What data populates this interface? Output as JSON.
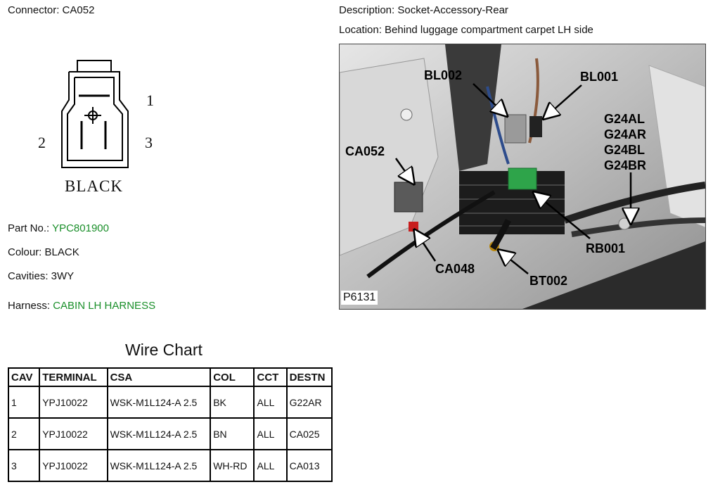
{
  "header": {
    "connector_label": "Connector: CA052",
    "description_label": "Description: Socket-Accessory-Rear",
    "location_label": "Location: Behind luggage compartment carpet LH side"
  },
  "connector_diagram": {
    "pin_1": "1",
    "pin_2": "2",
    "pin_3": "3",
    "colour_text": "BLACK"
  },
  "details": {
    "part_no_label": "Part No.:",
    "part_no_value": "YPC801900",
    "colour_label": "Colour: BLACK",
    "cavities_label": "Cavities: 3WY",
    "harness_label": "Harness:",
    "harness_value": "CABIN LH HARNESS"
  },
  "wire_chart": {
    "title": "Wire Chart",
    "columns": [
      "CAV",
      "TERMINAL",
      "CSA",
      "COL",
      "CCT",
      "DESTN"
    ],
    "rows": [
      [
        "1",
        "YPJ10022",
        "WSK-M1L124-A 2.5",
        "BK",
        "ALL",
        "G22AR"
      ],
      [
        "2",
        "YPJ10022",
        "WSK-M1L124-A 2.5",
        "BN",
        "ALL",
        "CA025"
      ],
      [
        "3",
        "YPJ10022",
        "WSK-M1L124-A 2.5",
        "WH-RD",
        "ALL",
        "CA013"
      ]
    ]
  },
  "photo": {
    "labels": {
      "bl002": "BL002",
      "bl001": "BL001",
      "g24al": "G24AL",
      "g24ar": "G24AR",
      "g24bl": "G24BL",
      "g24br": "G24BR",
      "ca052": "CA052",
      "rb001": "RB001",
      "ca048": "CA048",
      "bt002": "BT002"
    },
    "ref": "P6131"
  }
}
